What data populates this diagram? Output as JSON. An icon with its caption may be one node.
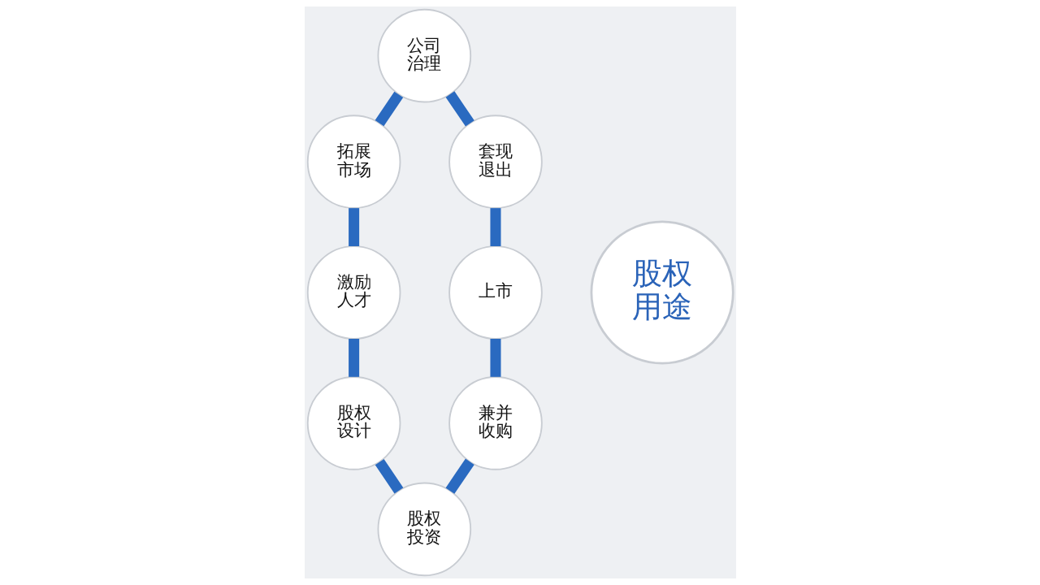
{
  "diagram": {
    "nodes": [
      {
        "text": [
          "公司治理"
        ]
      },
      {
        "text": [
          "拓展市场"
        ]
      },
      {
        "text": [
          "套现退出"
        ]
      },
      {
        "text": [
          "股权用途"
        ]
      },
      {
        "text": [
          "激励人才"
        ]
      },
      {
        "text": [
          "上市"
        ]
      },
      {
        "text": [
          "股权设计"
        ]
      },
      {
        "text": [
          "兼并收购"
        ]
      },
      {
        "text": [
          "股权投资"
        ]
      }
    ],
    "edges": [
      {
        "from": 0,
        "to": 2,
        "arrow": "none"
      },
      {
        "from": 0,
        "to": 1,
        "arrow": "none"
      },
      {
        "from": 1,
        "to": 4,
        "arrow": "none"
      },
      {
        "from": 2,
        "to": 5,
        "arrow": "none"
      },
      {
        "from": 4,
        "to": 6,
        "arrow": "none"
      },
      {
        "from": 5,
        "to": 7,
        "arrow": "none"
      },
      {
        "from": 6,
        "to": 8,
        "arrow": "none"
      },
      {
        "from": 7,
        "to": 8,
        "arrow": "none"
      }
    ]
  }
}
